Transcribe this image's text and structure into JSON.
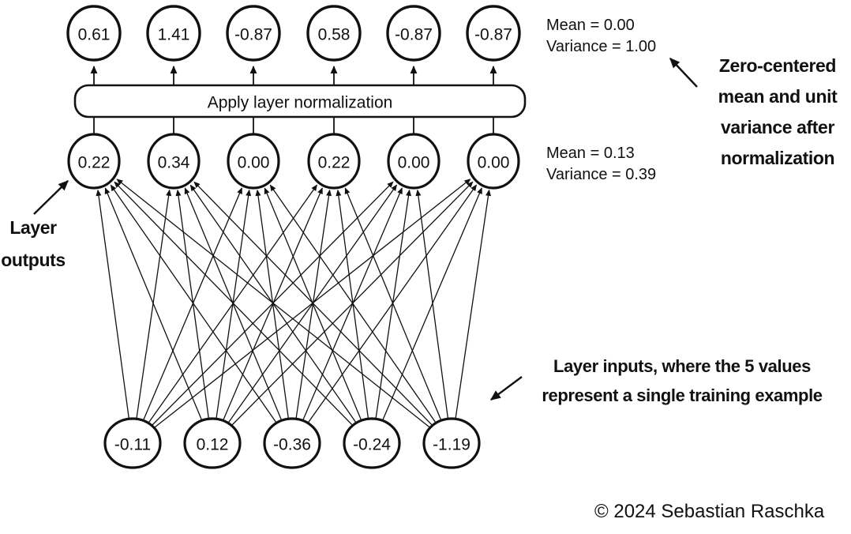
{
  "diagram": {
    "normalization_box_label": "Apply layer normalization",
    "top_nodes": [
      "0.61",
      "1.41",
      "-0.87",
      "0.58",
      "-0.87",
      "-0.87"
    ],
    "middle_nodes": [
      "0.22",
      "0.34",
      "0.00",
      "0.22",
      "0.00",
      "0.00"
    ],
    "bottom_nodes": [
      "-0.11",
      "0.12",
      "-0.36",
      "-0.24",
      "-1.19"
    ]
  },
  "annotations": {
    "stats_after": {
      "lines": [
        "Mean = 0.00",
        "Variance = 1.00"
      ]
    },
    "stats_before": {
      "lines": [
        "Mean = 0.13",
        "Variance = 0.39"
      ]
    },
    "zero_centered_note": {
      "lines": [
        "Zero-centered",
        "mean and unit",
        "variance after",
        "normalization"
      ]
    },
    "layer_outputs_label": {
      "lines": [
        "Layer",
        "outputs"
      ]
    },
    "layer_inputs_note": {
      "lines": [
        "Layer inputs, where the 5 values",
        "represent a single training example"
      ]
    },
    "copyright": "© 2024 Sebastian Raschka"
  },
  "colors": {
    "diagram_stroke": "#111111",
    "background": "#ffffff"
  }
}
